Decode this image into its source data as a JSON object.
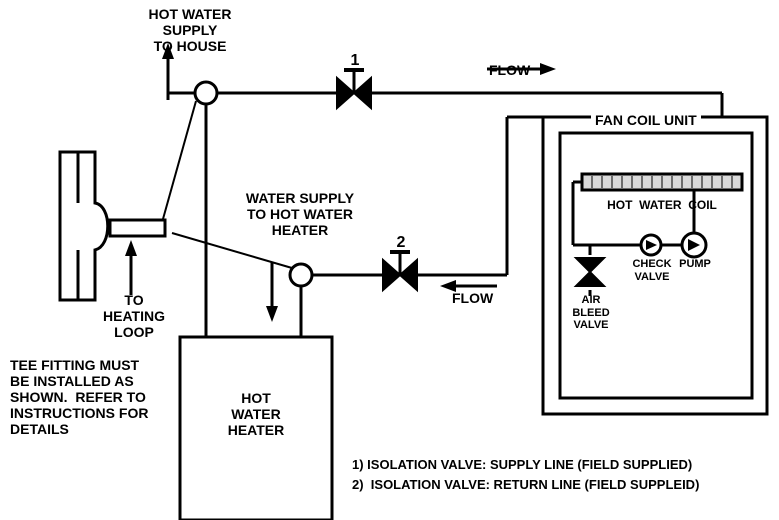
{
  "diagram": {
    "title": "Hot Water Fan Coil Piping Diagram",
    "labels": {
      "hot_water_supply_to_house": "HOT WATER\nSUPPLY\nTO HOUSE",
      "valve_1_number": "1",
      "valve_2_number": "2",
      "flow_top": "FLOW",
      "flow_bottom": "FLOW",
      "fan_coil_unit": "FAN COIL UNIT",
      "hot_water_coil": "HOT  WATER  COIL",
      "check_valve": "CHECK\nVALVE",
      "pump": "PUMP",
      "air_bleed_valve": "AIR\nBLEED\nVALVE",
      "water_supply_to_hot_water_heater": "WATER SUPPLY\nTO HOT WATER\nHEATER",
      "hot_water_heater": "HOT\nWATER\nHEATER",
      "to_heating_loop": "TO\nHEATING\nLOOP",
      "tee_fitting_note": "TEE FITTING MUST\nBE INSTALLED AS\nSHOWN.  REFER TO\nINSTRUCTIONS FOR\nDETAILS",
      "note_1": "1) ISOLATION VALVE: SUPPLY LINE (FIELD SUPPLIED)",
      "note_2": "2)  ISOLATION VALVE: RETURN LINE (FIELD SUPPLEID)"
    },
    "colors": {
      "line": "#000000",
      "background": "#ffffff",
      "coil_fill": "#d9d9d9"
    }
  }
}
